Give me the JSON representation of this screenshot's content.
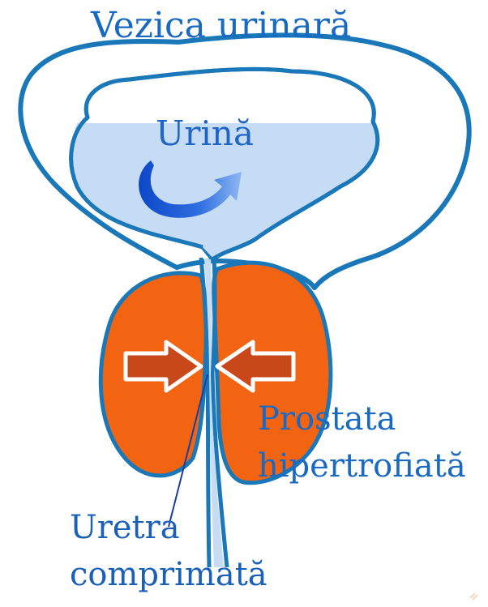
{
  "labels": {
    "bladder": "Vezica urinară",
    "urine": "Urină",
    "prostate_line1": "Prostata",
    "prostate_line2": "hipertrofiată",
    "urethra_line1": "Uretra",
    "urethra_line2": "comprimată"
  },
  "colors": {
    "outline": "#1a78b8",
    "urine_fill": "#c5dcf4",
    "prostate": "#f26412",
    "arrow_fill": "#c9481a",
    "swirl_arrow": "#1f5fd1",
    "label_text": "#1769c2"
  },
  "icons": {
    "swirl": "curved-arrow-icon",
    "compression": "compression-arrow-icon"
  }
}
